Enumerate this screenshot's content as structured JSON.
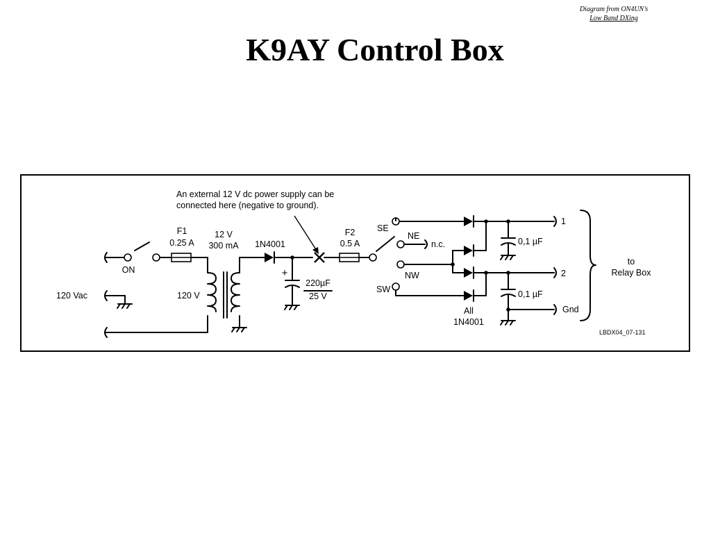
{
  "credit": {
    "line1": "Diagram from ON4UN’s",
    "line2": "Low Band DXing"
  },
  "title": "K9AY Control Box",
  "diagram": {
    "note_line1": "An external 12 V dc power supply can be",
    "note_line2": "connected here (negative to ground).",
    "switch_on": "ON",
    "mains": "120 Vac",
    "fuse1_name": "F1",
    "fuse1_rating": "0.25 A",
    "transformer_secondary_voltage": "12 V",
    "transformer_secondary_current": "300 mA",
    "transformer_primary": "120 V",
    "diode": "1N4001",
    "cap_polarity": "+",
    "cap_value": "220µF",
    "cap_voltage": "25 V",
    "fuse2_name": "F2",
    "fuse2_rating": "0.5 A",
    "se": "SE",
    "ne": "NE",
    "nc": "n.c.",
    "nw": "NW",
    "sw": "SW",
    "all_label": "All",
    "all_diode": "1N4001",
    "cap_small_1": "0,1 µF",
    "cap_small_2": "0,1 µF",
    "out_1": "1",
    "out_2": "2",
    "out_gnd": "Gnd",
    "to": "to",
    "relay_box": "Relay Box",
    "figure_id": "LBDX04_07-131"
  }
}
